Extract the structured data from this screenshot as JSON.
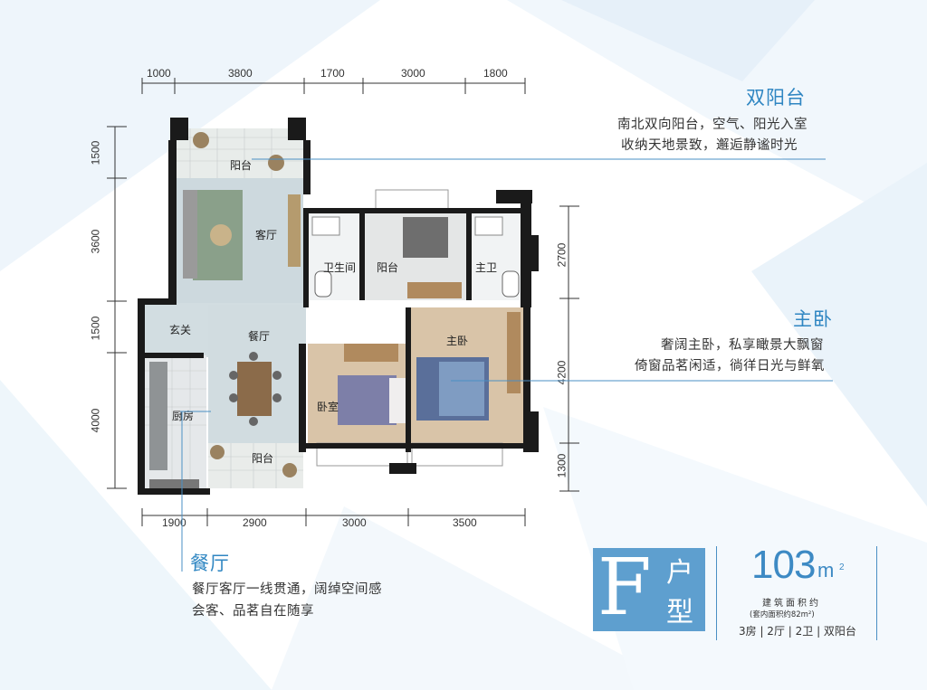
{
  "dimensions": {
    "top": [
      "1000",
      "3800",
      "1700",
      "3000",
      "1800"
    ],
    "bottom": [
      "1900",
      "2900",
      "3000",
      "3500"
    ],
    "left": [
      "1500",
      "3600",
      "1500",
      "4000"
    ],
    "right": [
      "2700",
      "4200",
      "1300"
    ]
  },
  "rooms": {
    "balcony_north": "阳台",
    "living_room": "客厅",
    "bathroom": "卫生间",
    "balcony_middle": "阳台",
    "master_bath": "主卫",
    "entrance": "玄关",
    "dining": "餐厅",
    "master_bedroom": "主卧",
    "bedroom": "卧室",
    "kitchen": "厨房",
    "balcony_south": "阳台"
  },
  "callouts": {
    "balcony": {
      "title": "双阳台",
      "line1": "南北双向阳台，空气、阳光入室",
      "line2": "收纳天地景致，邂逅静谧时光"
    },
    "master": {
      "title": "主卧",
      "line1": "奢阔主卧，私享瞰景大飘窗",
      "line2": "倚窗品茗闲适，徜徉日光与鲜氧"
    },
    "dining": {
      "title": "餐厅",
      "line1": "餐厅客厅一线贯通，阔绰空间感",
      "line2": "会客、品茗自在随享"
    }
  },
  "unit_type": {
    "letter": "F",
    "word1": "户",
    "word2": "型"
  },
  "area": {
    "number": "103",
    "unit": "m",
    "sup": "2",
    "label": "建筑面积约",
    "inner": "(套内面积约82m²)",
    "summary": "3房 | 2厅 | 2卫 | 双阳台"
  },
  "colors": {
    "accent": "#2f86c2",
    "badge": "#5e9fcf",
    "wall": "#1a1a1a"
  }
}
